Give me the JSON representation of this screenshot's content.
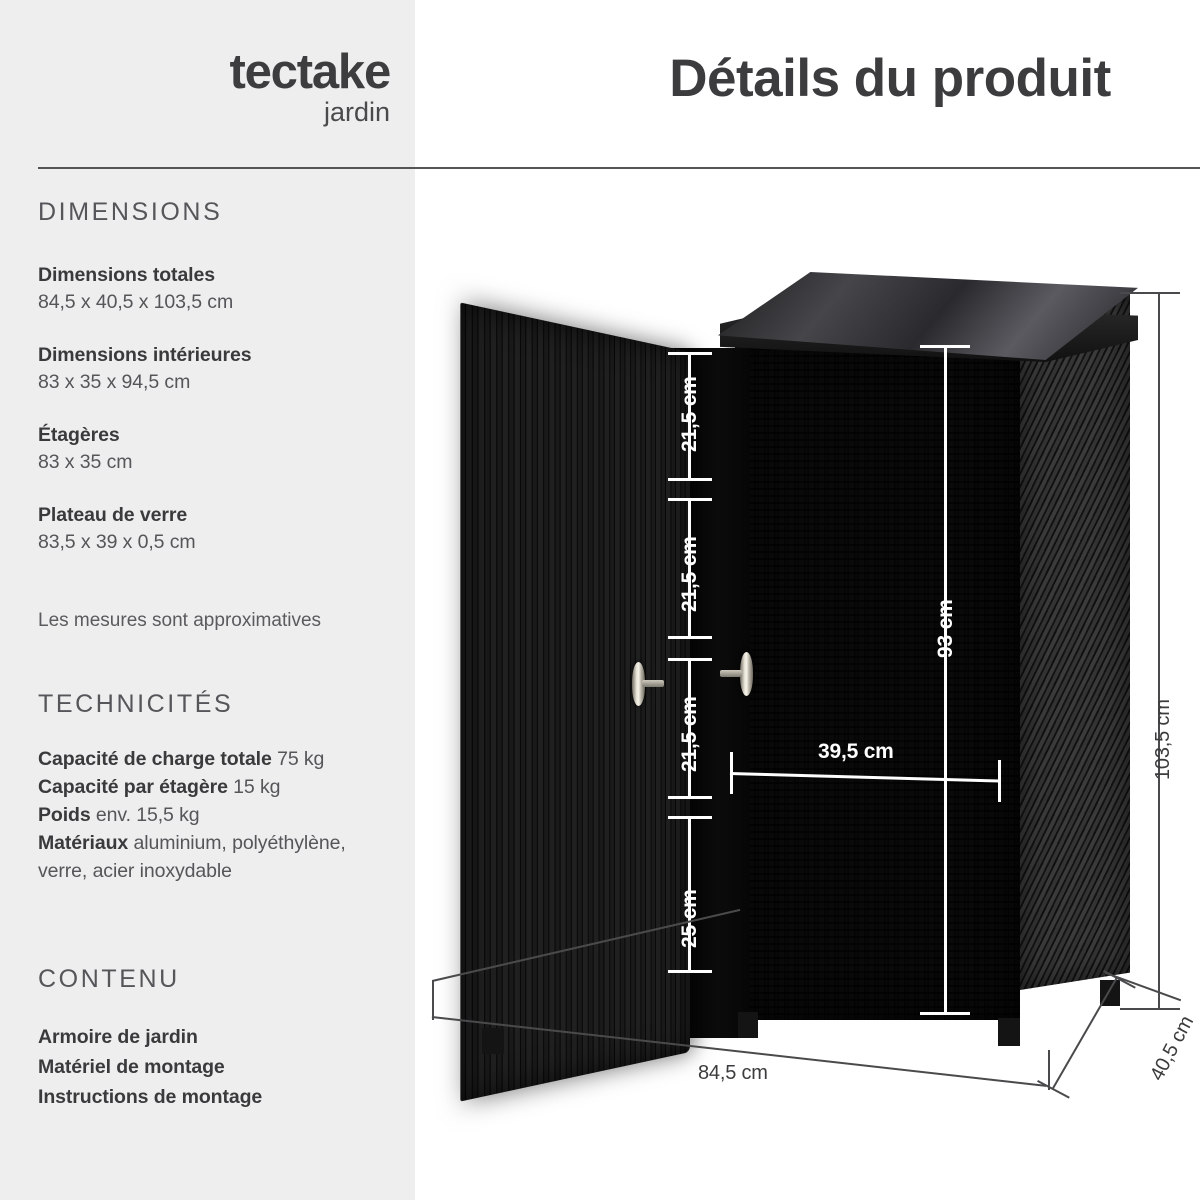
{
  "brand": {
    "name": "tectake",
    "tagline": "jardin"
  },
  "header": {
    "title": "Détails du produit"
  },
  "sections": {
    "dimensions": {
      "heading": "DIMENSIONS",
      "items": [
        {
          "label": "Dimensions totales",
          "value": "84,5 x 40,5 x 103,5 cm"
        },
        {
          "label": "Dimensions intérieures",
          "value": "83 x 35 x 94,5 cm"
        },
        {
          "label": "Étagères",
          "value": "83 x 35 cm"
        },
        {
          "label": "Plateau de verre",
          "value": "83,5 x 39 x 0,5 cm"
        }
      ],
      "note": "Les mesures sont approximatives"
    },
    "technical": {
      "heading": "TECHNICITÉS",
      "items": [
        {
          "label": "Capacité de charge totale",
          "value": "75 kg"
        },
        {
          "label": "Capacité par étagère",
          "value": "15 kg"
        },
        {
          "label": "Poids",
          "value": "env. 15,5 kg"
        },
        {
          "label": "Matériaux",
          "value": "aluminium, polyéthylène, verre, acier inoxydable"
        }
      ]
    },
    "contents": {
      "heading": "CONTENU",
      "items": [
        "Armoire de jardin",
        "Matériel de montage",
        "Instructions de montage"
      ]
    }
  },
  "diagram": {
    "interior_segments": [
      {
        "value": "21,5 cm"
      },
      {
        "value": "21,5 cm"
      },
      {
        "value": "21,5 cm"
      },
      {
        "value": "25 cm"
      }
    ],
    "interior_height": "93 cm",
    "interior_width": "39,5 cm",
    "overall_height": "103,5 cm",
    "overall_width": "84,5 cm",
    "overall_depth": "40,5 cm"
  },
  "colors": {
    "panel_bg": "#eeeeee",
    "page_bg": "#ffffff",
    "text_dark": "#3a3a3c",
    "text_muted": "#55555a",
    "rule": "#545457",
    "dimension_white": "#ffffff"
  }
}
